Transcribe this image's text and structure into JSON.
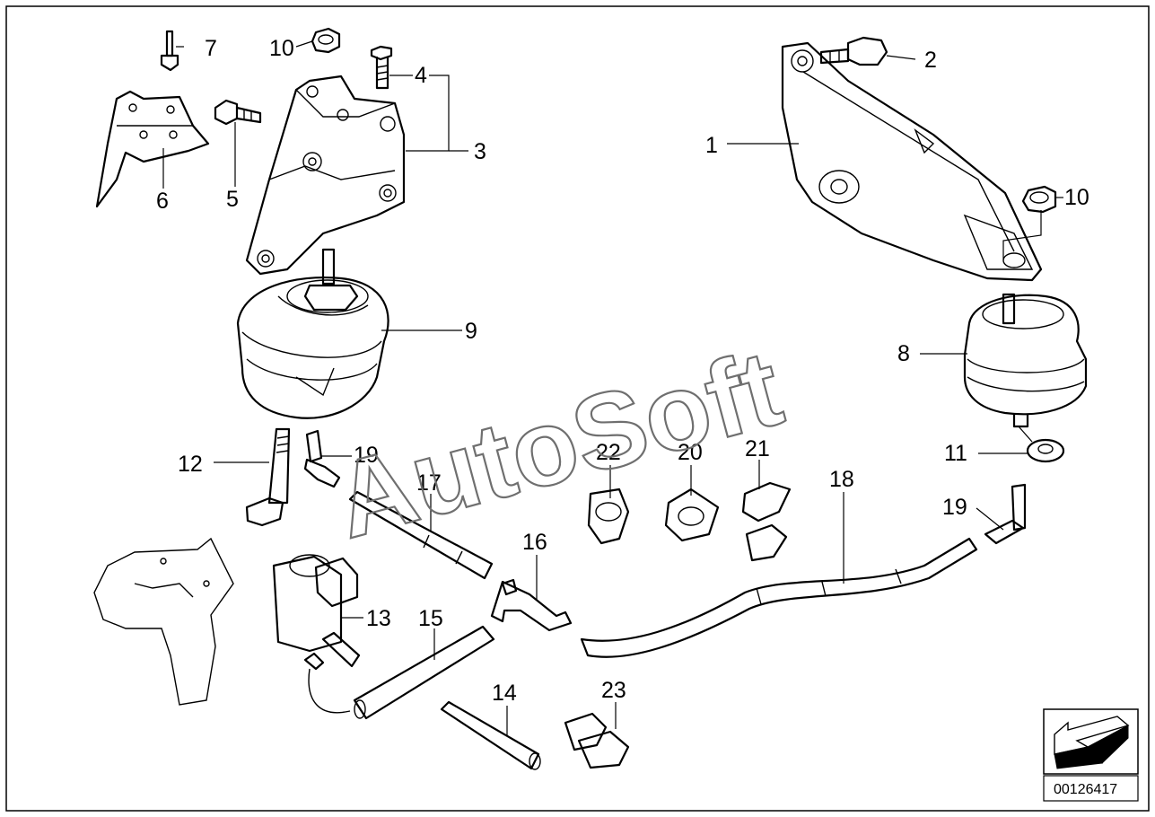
{
  "diagram": {
    "watermark": "AutoSoft",
    "catalog_code": "00126417",
    "callouts": {
      "c1": "1",
      "c2": "2",
      "c3": "3",
      "c4": "4",
      "c5": "5",
      "c6": "6",
      "c7": "7",
      "c8": "8",
      "c9": "9",
      "c10a": "10",
      "c10b": "10",
      "c11": "11",
      "c12": "12",
      "c13": "13",
      "c14": "14",
      "c15": "15",
      "c16": "16",
      "c17": "17",
      "c18": "18",
      "c19a": "19",
      "c19b": "19",
      "c20": "20",
      "c21": "21",
      "c22": "22",
      "c23": "23"
    }
  }
}
